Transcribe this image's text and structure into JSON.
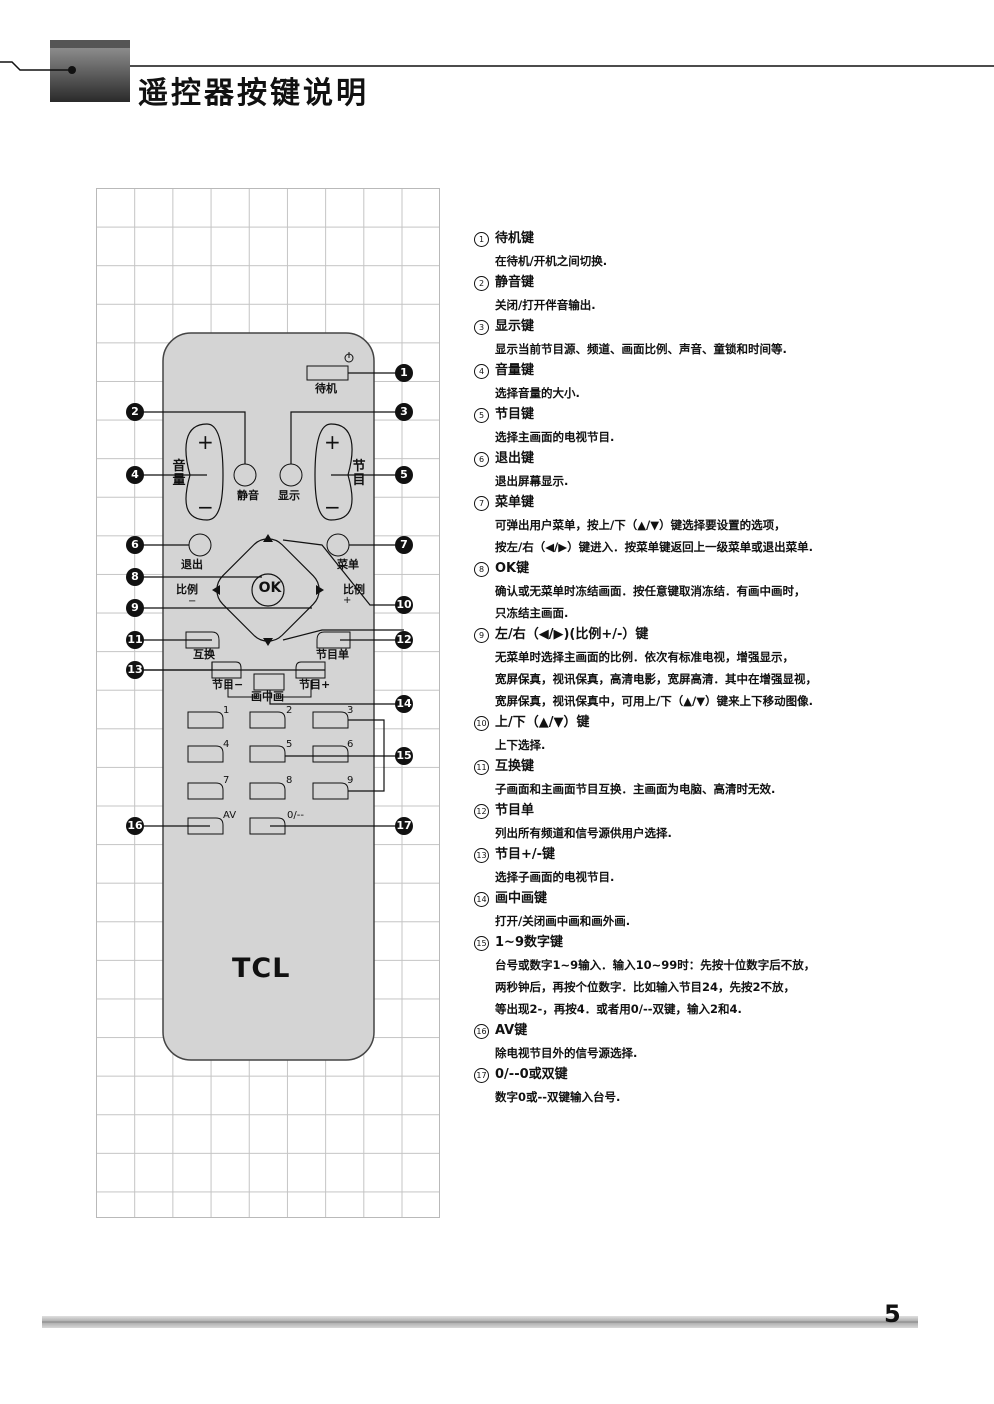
{
  "header": {
    "title": "遥控器按键说明"
  },
  "remote": {
    "brand": "TCL",
    "buttons": {
      "standby": "待机",
      "volume": "音量",
      "mute": "静音",
      "display": "显示",
      "program": "节目",
      "exit": "退出",
      "menu": "菜单",
      "ok": "OK",
      "ratio_left": "比例",
      "ratio_left_sign": "−",
      "ratio_right": "比例",
      "ratio_right_sign": "+",
      "swap": "互换",
      "program_list": "节目单",
      "program_minus": "节目−",
      "program_plus": "节目+",
      "pip": "画中画",
      "digits": [
        "1",
        "2",
        "3",
        "4",
        "5",
        "6",
        "7",
        "8",
        "9"
      ],
      "av": "AV",
      "double_zero": "0/--"
    },
    "callouts": [
      "1",
      "2",
      "3",
      "4",
      "5",
      "6",
      "7",
      "8",
      "9",
      "10",
      "11",
      "12",
      "13",
      "14",
      "15",
      "16",
      "17"
    ]
  },
  "descriptions": [
    {
      "num": "1",
      "title": "待机键",
      "lines": [
        "在待机/开机之间切换."
      ]
    },
    {
      "num": "2",
      "title": "静音键",
      "lines": [
        "关闭/打开伴音输出."
      ]
    },
    {
      "num": "3",
      "title": "显示键",
      "lines": [
        "显示当前节目源、频道、画面比例、声音、童锁和时间等."
      ]
    },
    {
      "num": "4",
      "title": "音量键",
      "lines": [
        "选择音量的大小."
      ]
    },
    {
      "num": "5",
      "title": "节目键",
      "lines": [
        "选择主画面的电视节目."
      ]
    },
    {
      "num": "6",
      "title": "退出键",
      "lines": [
        "退出屏幕显示."
      ]
    },
    {
      "num": "7",
      "title": "菜单键",
      "lines": [
        "可弹出用户菜单，按上/下（▲/▼）键选择要设置的选项，",
        "按左/右（◀/▶）键进入．按菜单键返回上一级菜单或退出菜单."
      ]
    },
    {
      "num": "8",
      "title": "OK键",
      "lines": [
        "确认或无菜单时冻结画面．按任意键取消冻结．有画中画时，",
        "只冻结主画面."
      ]
    },
    {
      "num": "9",
      "title": "左/右（◀/▶)(比例+/-）键",
      "lines": [
        "无菜单时选择主画面的比例．依次有标准电视，增强显示，",
        "宽屏保真，视讯保真，高清电影，宽屏高清．其中在增强显视，",
        "宽屏保真，视讯保真中，可用上/下（▲/▼）键来上下移动图像."
      ]
    },
    {
      "num": "10",
      "title": "上/下（▲/▼）键",
      "lines": [
        "上下选择."
      ]
    },
    {
      "num": "11",
      "title": "互换键",
      "lines": [
        "子画面和主画面节目互换．主画面为电脑、高清时无效."
      ]
    },
    {
      "num": "12",
      "title": "节目单",
      "lines": [
        "列出所有频道和信号源供用户选择."
      ]
    },
    {
      "num": "13",
      "title": "节目+/-键",
      "lines": [
        "选择子画面的电视节目."
      ]
    },
    {
      "num": "14",
      "title": "画中画键",
      "lines": [
        "打开/关闭画中画和画外画."
      ]
    },
    {
      "num": "15",
      "title": "1~9数字键",
      "lines": [
        "台号或数字1~9输入．输入10~99时：先按十位数字后不放，",
        "两秒钟后，再按个位数字．比如输入节目24，先按2不放，",
        "等出现2-，再按4．或者用0/--双键，输入2和4."
      ]
    },
    {
      "num": "16",
      "title": "AV键",
      "lines": [
        "除电视节目外的信号源选择."
      ]
    },
    {
      "num": "17",
      "title": "0/--0或双键",
      "lines": [
        "数字0或--双键输入台号."
      ]
    }
  ],
  "footer": {
    "page_number": "5"
  }
}
